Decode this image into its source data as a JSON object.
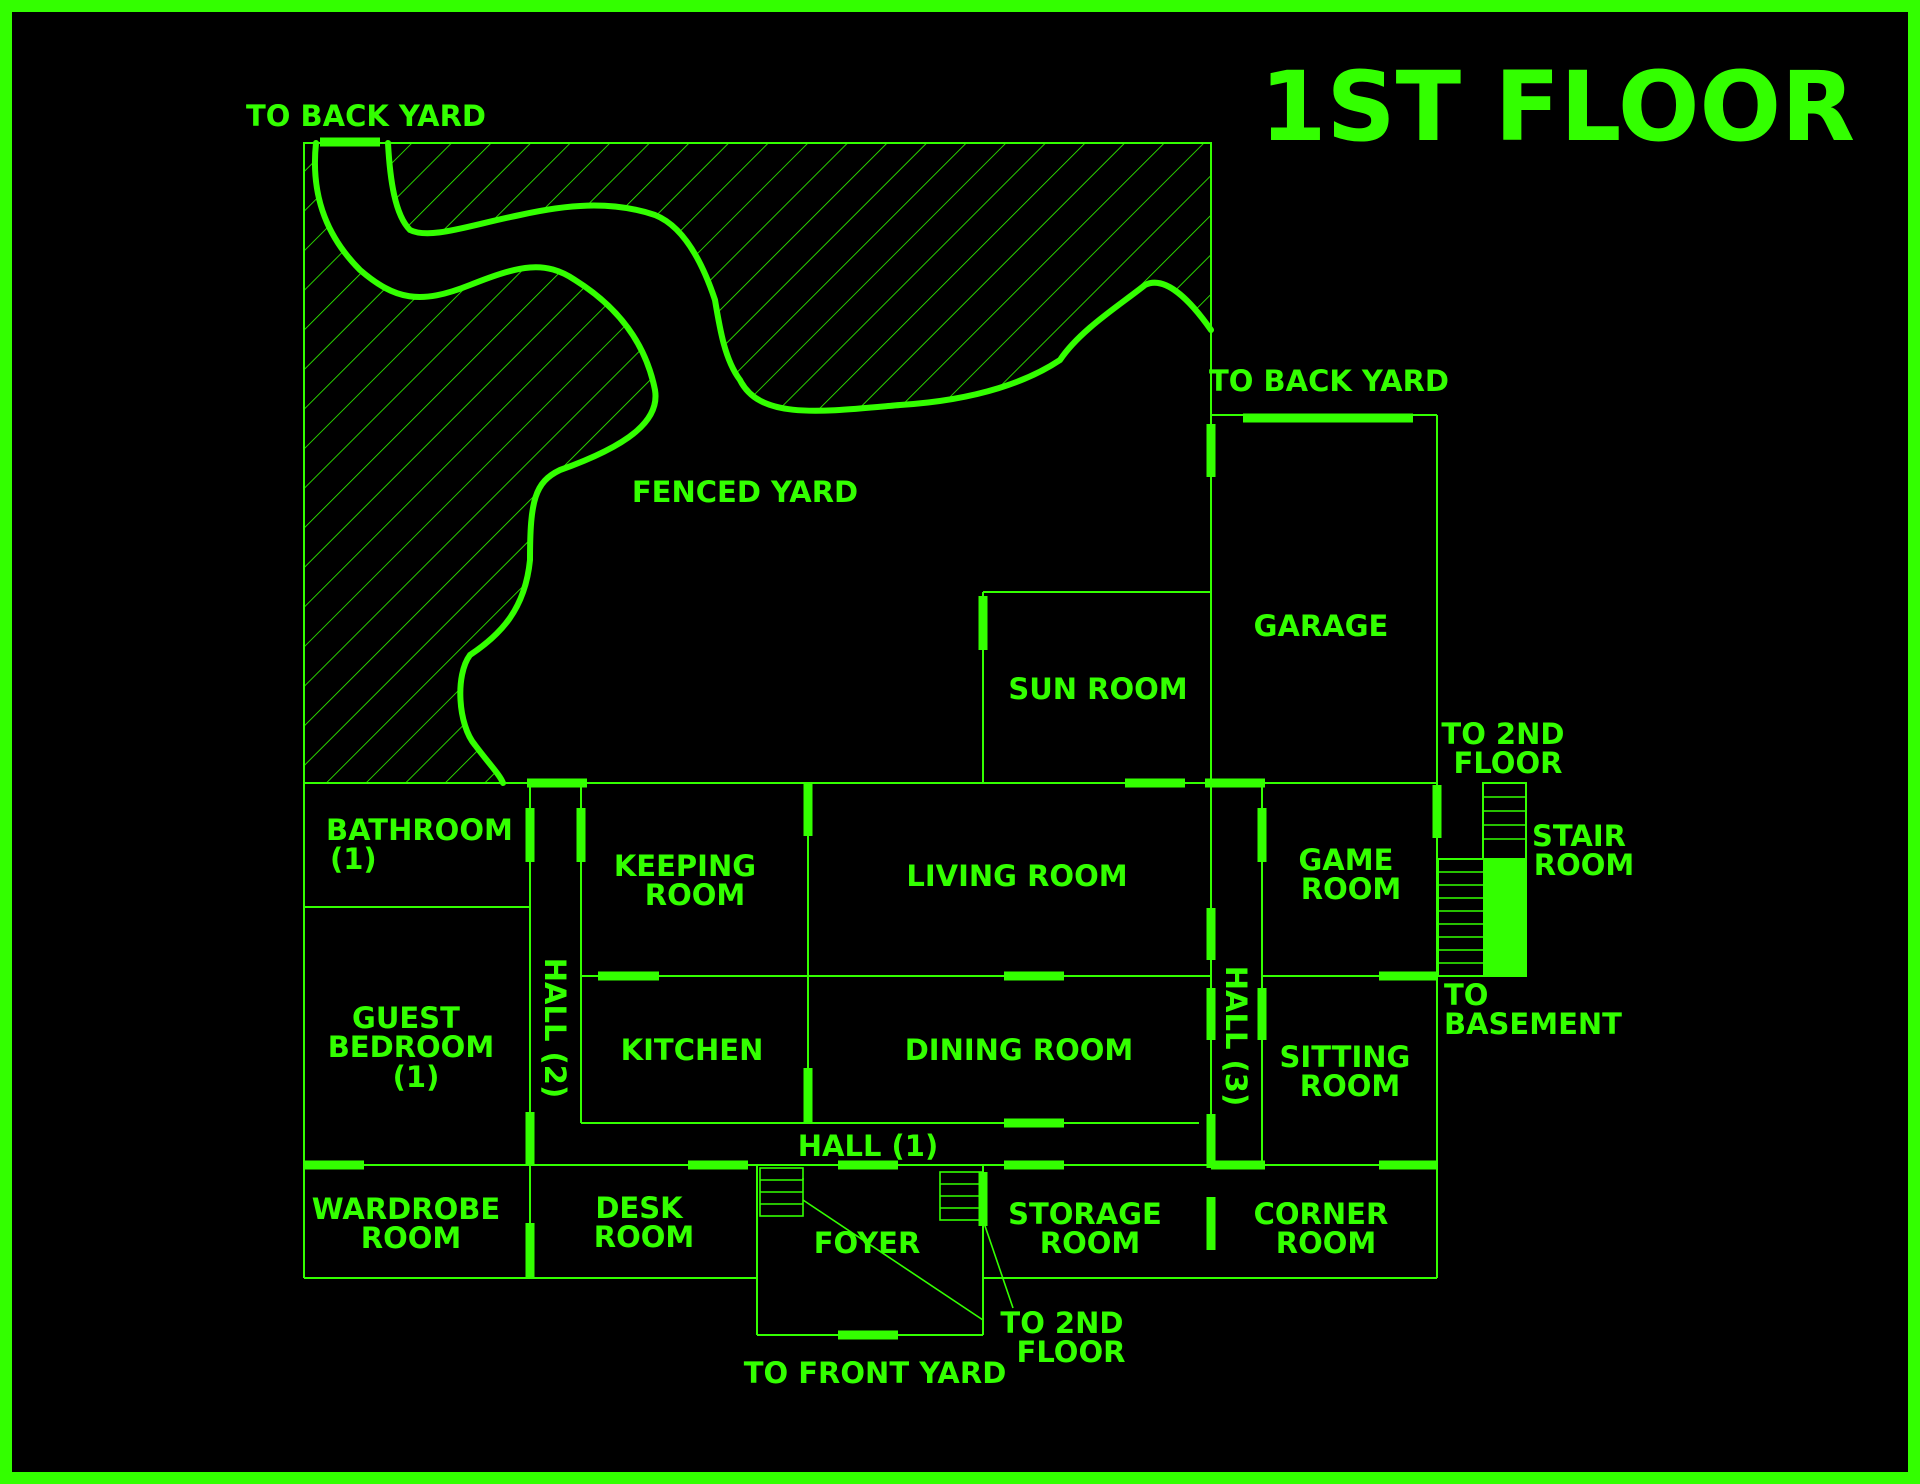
{
  "title": "1ST FLOOR",
  "accent_color": "#33ff00",
  "background_color": "#000000",
  "labels": {
    "to_back_yard_top": "TO BACK YARD",
    "to_back_yard_garage": "TO BACK YARD",
    "fenced_yard": "FENCED YARD",
    "garage": "GARAGE",
    "sun_room": "SUN ROOM",
    "to_2nd_floor_right": [
      "TO 2ND",
      "FLOOR"
    ],
    "stair_room": [
      "STAIR",
      "ROOM"
    ],
    "bathroom": [
      "BATHROOM",
      "(1)"
    ],
    "keeping_room": [
      "KEEPING",
      "ROOM"
    ],
    "living_room": "LIVING ROOM",
    "game_room": [
      "GAME",
      "ROOM"
    ],
    "to_basement": [
      "TO",
      "BASEMENT"
    ],
    "guest_bedroom": [
      "GUEST",
      "BEDROOM",
      "(1)"
    ],
    "hall_2": "HALL (2)",
    "kitchen": "KITCHEN",
    "dining_room": "DINING ROOM",
    "hall_3": "HALL (3)",
    "sitting_room": [
      "SITTING",
      "ROOM"
    ],
    "hall_1": "HALL (1)",
    "wardrobe_room": [
      "WARDROBE",
      "ROOM"
    ],
    "desk_room": [
      "DESK",
      "ROOM"
    ],
    "foyer": "FOYER",
    "storage_room": [
      "STORAGE",
      "ROOM"
    ],
    "corner_room": [
      "CORNER",
      "ROOM"
    ],
    "to_2nd_floor_bottom": [
      "TO 2ND",
      "FLOOR"
    ],
    "to_front_yard": "TO FRONT YARD"
  }
}
